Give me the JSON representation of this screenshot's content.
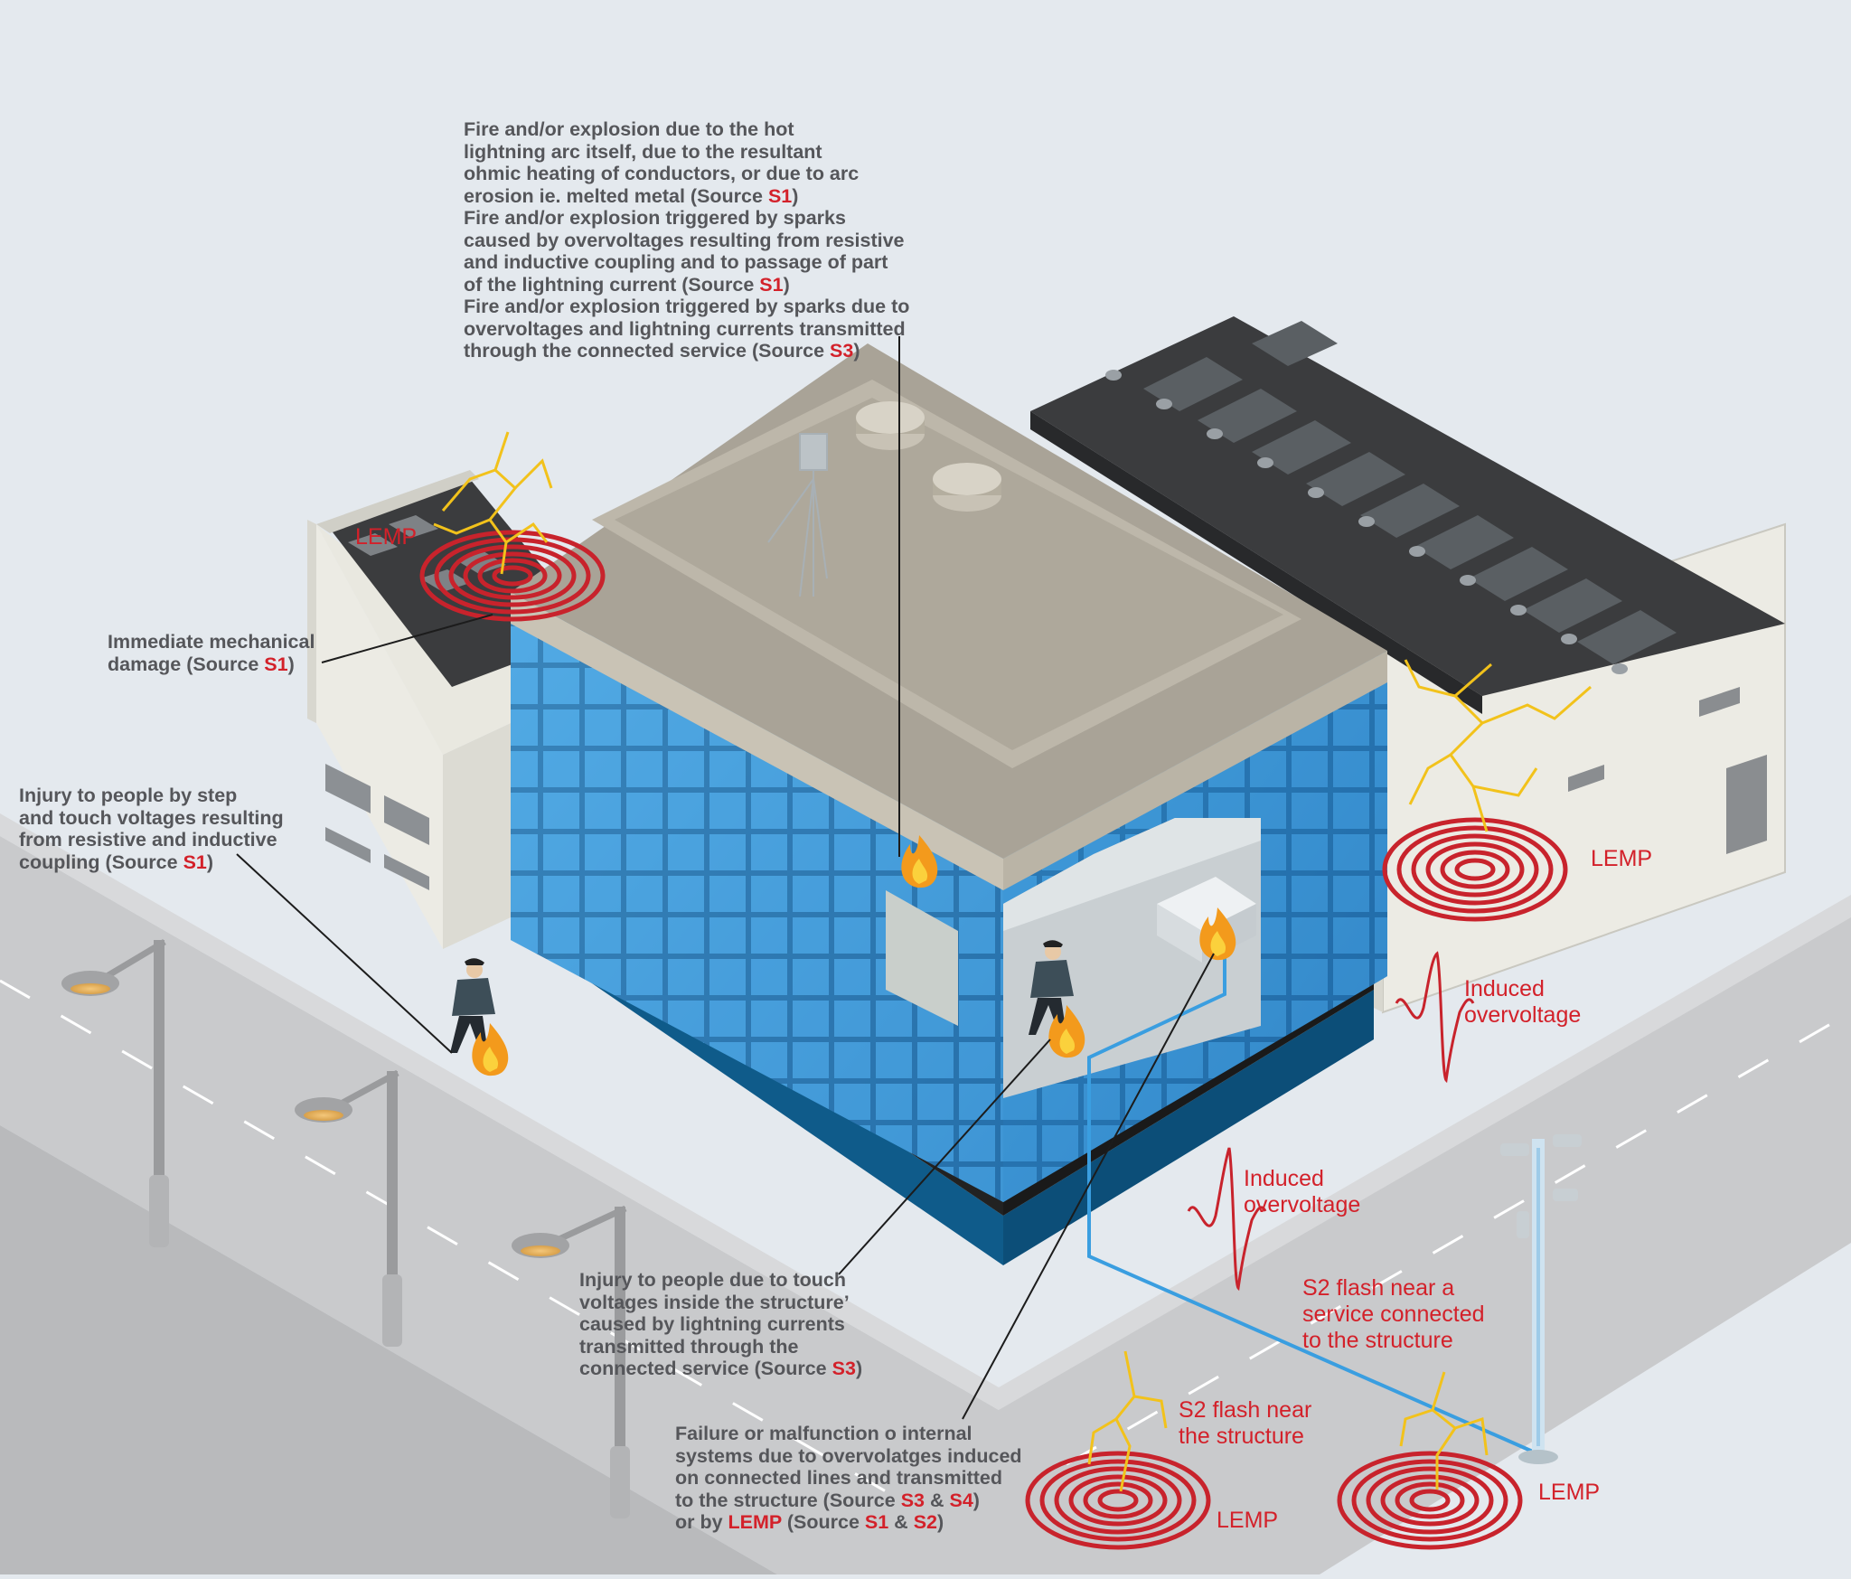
{
  "colors": {
    "background": "#e4e9ee",
    "road": "#c8c9cb",
    "glass": "#3a93d2",
    "roof": "#a9a397",
    "warehouse_roof": "#3b3c3e",
    "accent_red": "#d3212a",
    "lightning": "#f2c21b",
    "service_line": "#3a9ee0"
  },
  "icons": {
    "lightning": "lightning-bolt-icon",
    "rings": "lemp-rings-icon",
    "fire": "fire-icon",
    "person": "person-icon",
    "wave": "overvoltage-wave-icon"
  },
  "annotations": {
    "fire": {
      "lines": [
        {
          "text": "Fire and/or explosion due to the hot"
        },
        {
          "text": "lightning arc itself, due to the resultant"
        },
        {
          "text": "ohmic heating of conductors, or due to arc"
        },
        {
          "text": "erosion ie. melted metal (Source ",
          "src": "S1",
          "after": ")"
        },
        {
          "text": "Fire and/or explosion triggered by sparks"
        },
        {
          "text": "caused by overvoltages resulting from resistive"
        },
        {
          "text": "and inductive coupling and to passage of part"
        },
        {
          "text": "of the lightning current (Source ",
          "src": "S1",
          "after": ")"
        },
        {
          "text": "Fire and/or explosion triggered by sparks due to"
        },
        {
          "text": "overvoltages and lightning currents transmitted"
        },
        {
          "text": "through the connected service (Source ",
          "src": "S3",
          "after": ")"
        }
      ]
    },
    "mechanical": {
      "lines": [
        {
          "text": "Immediate mechanical"
        },
        {
          "text": "damage (Source ",
          "src": "S1",
          "after": ")"
        }
      ]
    },
    "step_touch": {
      "lines": [
        {
          "text": "Injury to people by step"
        },
        {
          "text": "and touch voltages resulting"
        },
        {
          "text": "from resistive and inductive"
        },
        {
          "text": "coupling (Source ",
          "src": "S1",
          "after": ")"
        }
      ]
    },
    "touch_inside": {
      "lines": [
        {
          "text": "Injury to people due to touch"
        },
        {
          "text": "voltages inside the structure’"
        },
        {
          "text": "caused by lightning currents"
        },
        {
          "text": "transmitted through the"
        },
        {
          "text": "connected service (Source ",
          "src": "S3",
          "after": ")"
        }
      ]
    },
    "failure": {
      "lines": [
        {
          "text": "Failure or malfunction o internal"
        },
        {
          "text": "systems due to overvolatges induced"
        },
        {
          "text": "on connected lines and transmitted"
        },
        {
          "text": "to the structure (Source ",
          "src": "S3",
          "mid": " & ",
          "src2": "S4",
          "after": ")"
        },
        {
          "text": "or by ",
          "lemp": "LEMP",
          "text2": " (Source ",
          "src": "S1",
          "mid": " & ",
          "src2": "S2",
          "after": ")"
        }
      ]
    }
  },
  "labels": {
    "lemp_top_left": "LEMP",
    "lemp_right": "LEMP",
    "lemp_bottom_center": "LEMP",
    "lemp_bottom_right": "LEMP",
    "induced_overvoltage_1": [
      "Induced",
      "overvoltage"
    ],
    "induced_overvoltage_2": [
      "Induced",
      "overvoltage"
    ],
    "s2_service": [
      "S2 flash near a",
      "service connected",
      "to the structure"
    ],
    "s2_structure": [
      "S2 flash near",
      "the structure"
    ]
  }
}
